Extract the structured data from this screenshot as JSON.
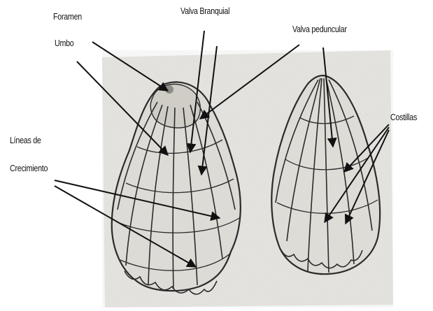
{
  "labels": {
    "foramen": "Foramen",
    "umbo": "Umbo",
    "valva_branquial": "Valva Branquial",
    "valva_peduncular": "Valva peduncular",
    "lineas_line1": "Líneas de",
    "lineas_line2": "Crecimiento",
    "costillas": "Costillas"
  },
  "colors": {
    "background_photo": "#e9e8e4",
    "ink": "#2b2b2b",
    "arrow": "#111111"
  }
}
